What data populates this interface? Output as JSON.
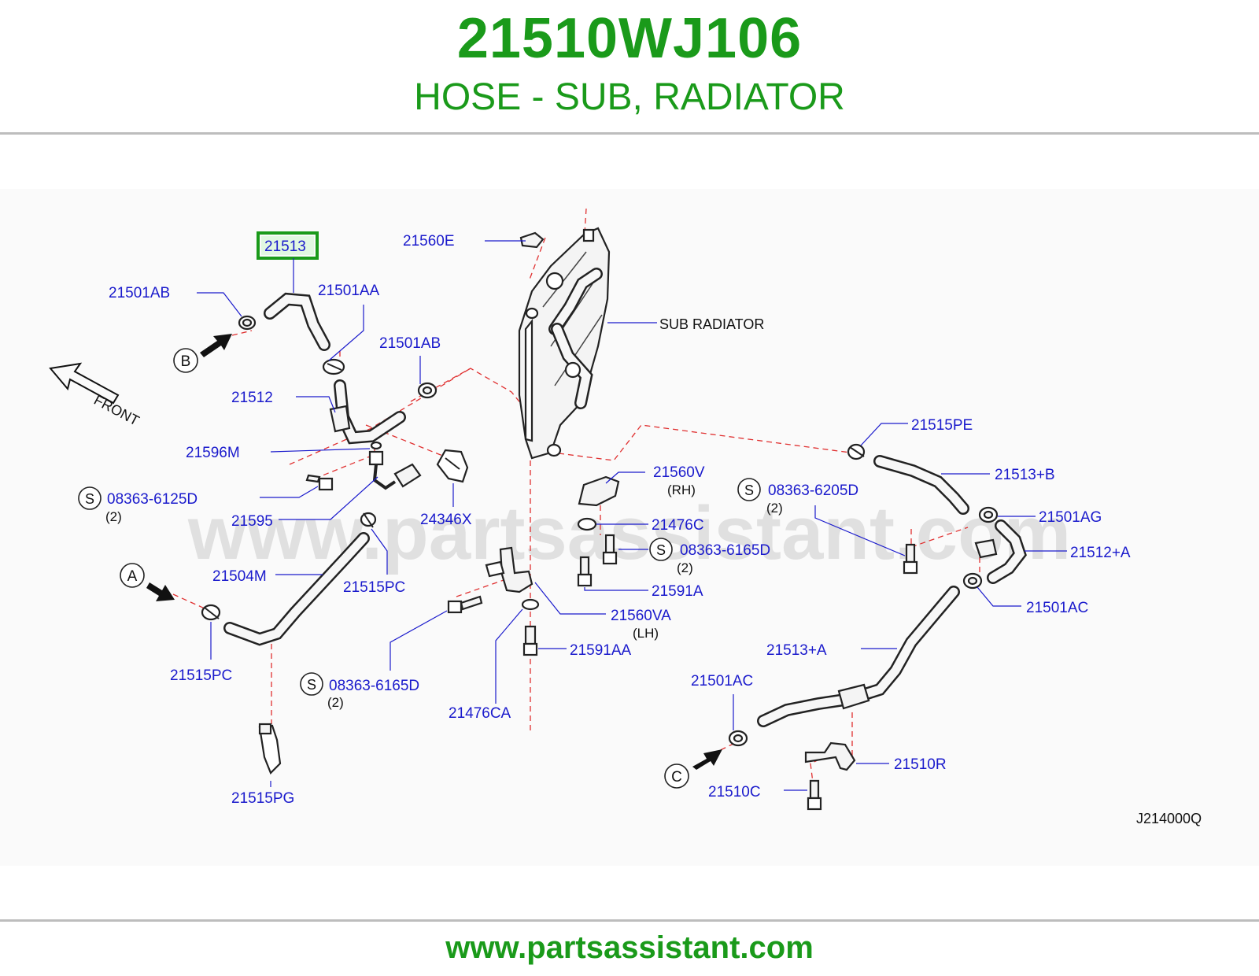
{
  "header": {
    "part_number": "21510WJ106",
    "description": "HOSE - SUB, RADIATOR"
  },
  "diagram": {
    "watermark": "www.partsassistant.com",
    "diagram_code": "J214000Q",
    "front_label": "FRONT",
    "sub_radiator_label": "SUB  RADIATOR",
    "highlighted_part": "21513",
    "labels": {
      "p21560E": "21560E",
      "p21501AB_1": "21501AB",
      "p21501AA": "21501AA",
      "p21501AB_2": "21501AB",
      "p21512": "21512",
      "p21596M": "21596M",
      "p08363_6125D": "08363-6125D",
      "p21595": "21595",
      "p24346X": "24346X",
      "p21504M": "21504M",
      "p21515PC_1": "21515PC",
      "p21515PC_2": "21515PC",
      "p21515PG": "21515PG",
      "p08363_6165D_1": "08363-6165D",
      "p21476CA": "21476CA",
      "p21591AA": "21591AA",
      "p21560VA": "21560VA",
      "p21560V": "21560V",
      "p21476C": "21476C",
      "p08363_6165D_2": "08363-6165D",
      "p21591A": "21591A",
      "p21515PE": "21515PE",
      "p21513B": "21513+B",
      "p08363_6205D": "08363-6205D",
      "p21501AG": "21501AG",
      "p21512A": "21512+A",
      "p21501AC_1": "21501AC",
      "p21513A": "21513+A",
      "p21501AC_2": "21501AC",
      "p21510R": "21510R",
      "p21510C": "21510C"
    },
    "sub_notes": {
      "rh": "(RH)",
      "lh": "(LH)",
      "qty_1": "(2)",
      "qty_2": "(2)",
      "qty_3": "(2)",
      "qty_4": "(2)"
    },
    "markers": {
      "a": "A",
      "b": "B",
      "c": "C",
      "s1": "S",
      "s2": "S",
      "s3": "S",
      "s4": "S"
    }
  },
  "footer": {
    "url": "www.partsassistant.com"
  }
}
